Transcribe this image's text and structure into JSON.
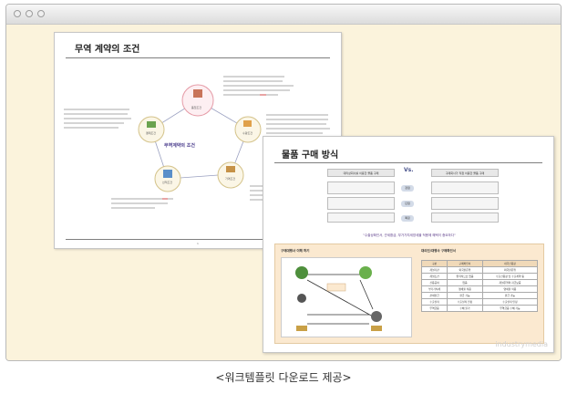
{
  "slide1": {
    "title": "무역 계약의 조건",
    "center_label": "무역계약의 조건",
    "nodes": [
      "품질조건",
      "수량조건",
      "가격조건",
      "선적조건",
      "결제조건"
    ],
    "page_number": "1"
  },
  "slide2": {
    "title": "물품 구매 방식",
    "vs": "Vs.",
    "left_header": "대리상회사를 이용한 물품 구매",
    "right_header": "구매회사가 직접 이용한 물품 구매",
    "mid_pills": [
      "장점",
      "단점",
      "특징"
    ],
    "banner": "\"수출상확인서, 관세환급, 부가가치세영세율 적용에 혜택이 중요하다\"",
    "lower_left_title": "구매대행사 이해 하기",
    "lower_right_title": "대리인/대행사 구매확인서",
    "table_header": [
      "구분",
      "구매확인서",
      "내국신용장"
    ],
    "table_rows": [
      [
        "개설기관",
        "외국환은행",
        "외국환은행"
      ],
      [
        "개설조건",
        "원칙적으로 없음",
        "수출신용장 및 수출계약 등"
      ],
      [
        "신용공여",
        "없음",
        "개설은행의 지급보증"
      ],
      [
        "부가가치세",
        "영세율 적용",
        "영세율 적용"
      ],
      [
        "관세환급",
        "환급 가능",
        "환급 가능"
      ],
      [
        "수출실적",
        "수출실적 인정",
        "수출실적 인정"
      ],
      [
        "무역금융",
        "수혜 불가",
        "무역금융 수혜 가능"
      ]
    ],
    "brand": "industrymedia"
  },
  "caption": "<워크템플릿 다운로드 제공>"
}
